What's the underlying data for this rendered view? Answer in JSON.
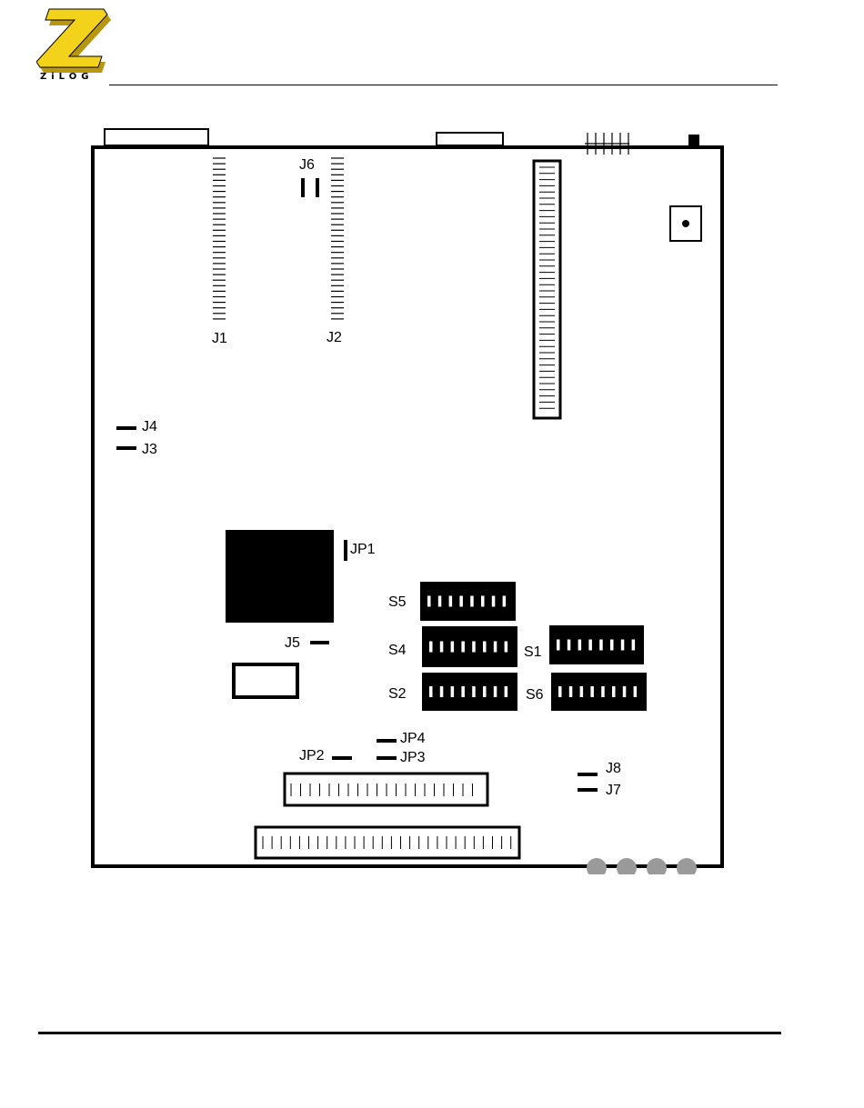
{
  "header": {
    "logo_text": "ZiLOG",
    "logo_colors": {
      "fill": "#f2d21a",
      "shade": "#b8960f",
      "outline": "#000000"
    }
  },
  "diagram": {
    "type": "pcb-layout",
    "labels": {
      "J1": "J1",
      "J2": "J2",
      "J3": "J3",
      "J4": "J4",
      "J5": "J5",
      "J6": "J6",
      "J7": "J7",
      "J8": "J8",
      "JP1": "JP1",
      "JP2": "JP2",
      "JP3": "JP3",
      "JP4": "JP4",
      "S1": "S1",
      "S2": "S2",
      "S4": "S4",
      "S5": "S5",
      "S6": "S6"
    },
    "dip_switch_positions": 8,
    "colors": {
      "board_outline": "#000000",
      "component_fill": "#000000",
      "led_fill": "#9a9a9a"
    }
  }
}
